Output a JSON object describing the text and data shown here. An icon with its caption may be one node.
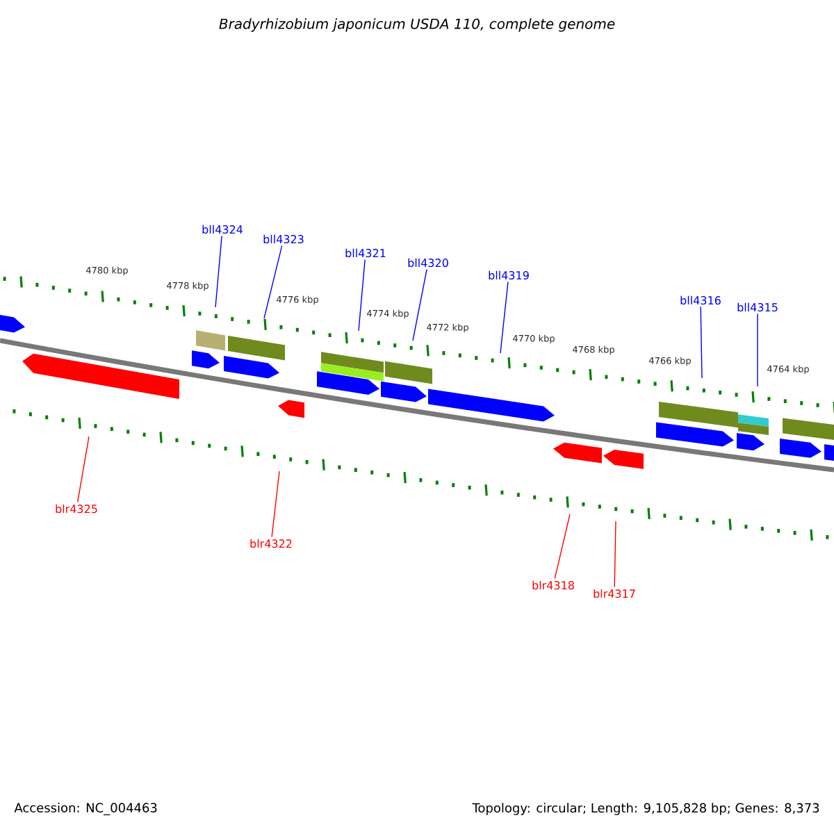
{
  "diagram": {
    "title": "*Bradyrhizobium japonicum* USDA 110, complete genome",
    "nodes": [
      {
        "text": [
          "bll4324"
        ]
      },
      {
        "text": [
          "bll4323"
        ]
      },
      {
        "text": [
          "bll4321"
        ]
      },
      {
        "text": [
          "bll4320"
        ]
      },
      {
        "text": [
          "bll4319"
        ]
      },
      {
        "text": [
          "bll4316"
        ]
      },
      {
        "text": [
          "bll4315"
        ]
      },
      {
        "text": [
          "blr4325"
        ]
      },
      {
        "text": [
          "blr4322"
        ]
      },
      {
        "text": [
          "blr4318"
        ]
      },
      {
        "text": [
          "blr4317"
        ]
      }
    ],
    "edges": [
      {
        "from": 0,
        "to": null,
        "arrow": "none"
      },
      {
        "from": 1,
        "to": null,
        "arrow": "none"
      },
      {
        "from": 2,
        "to": null,
        "arrow": "none"
      },
      {
        "from": 3,
        "to": null,
        "arrow": "none"
      },
      {
        "from": 4,
        "to": null,
        "arrow": "none"
      },
      {
        "from": 5,
        "to": null,
        "arrow": "none"
      },
      {
        "from": 6,
        "to": null,
        "arrow": "none"
      },
      {
        "from": 7,
        "to": null,
        "arrow": "none",
        "color": "#ff0000"
      },
      {
        "from": 8,
        "to": null,
        "arrow": "none",
        "color": "#ff0000"
      },
      {
        "from": 9,
        "to": null,
        "arrow": "none",
        "color": "#ff0000"
      },
      {
        "from": 10,
        "to": null,
        "arrow": "none",
        "color": "#ff0000"
      }
    ],
    "labels": [
      "4780 kbp",
      "4778 kbp",
      "4776 kbp",
      "4774 kbp",
      "4772 kbp",
      "4770 kbp",
      "4768 kbp",
      "4766 kbp",
      "4764 kbp",
      "Accession: NC_004463",
      "Topology: circular; Length: 9,105,828 bp; Genes: 8,373"
    ]
  }
}
